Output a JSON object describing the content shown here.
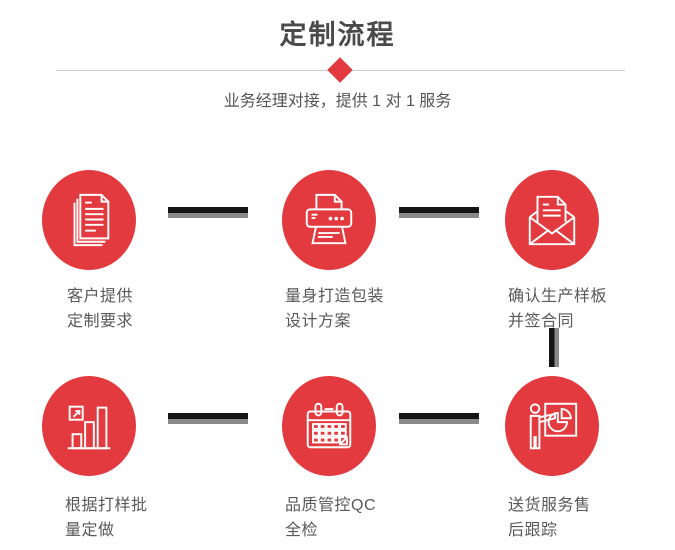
{
  "header": {
    "title": "定制流程",
    "subtitle": "业务经理对接，提供 1 对 1 服务"
  },
  "steps": [
    {
      "icon": "documents-icon",
      "line1": "客户提供",
      "line2": "定制要求"
    },
    {
      "icon": "printer-icon",
      "line1": "量身打造包装",
      "line2": "设计方案"
    },
    {
      "icon": "envelope-icon",
      "line1": "确认生产样板",
      "line2": "并签合同"
    },
    {
      "icon": "bar-chart-icon",
      "line1": "根据打样批",
      "line2": "量定做"
    },
    {
      "icon": "calendar-icon",
      "line1": "品质管控QC",
      "line2": "全检"
    },
    {
      "icon": "presentation-icon",
      "line1": "送货服务售",
      "line2": "后跟踪"
    }
  ],
  "colors": {
    "accent_red": "#e23a3e",
    "title_text": "#4a4a4a",
    "body_text": "#595959",
    "connector_dark": "#151515",
    "connector_gray": "#8a8a8a",
    "divider_line": "#cccccc"
  }
}
